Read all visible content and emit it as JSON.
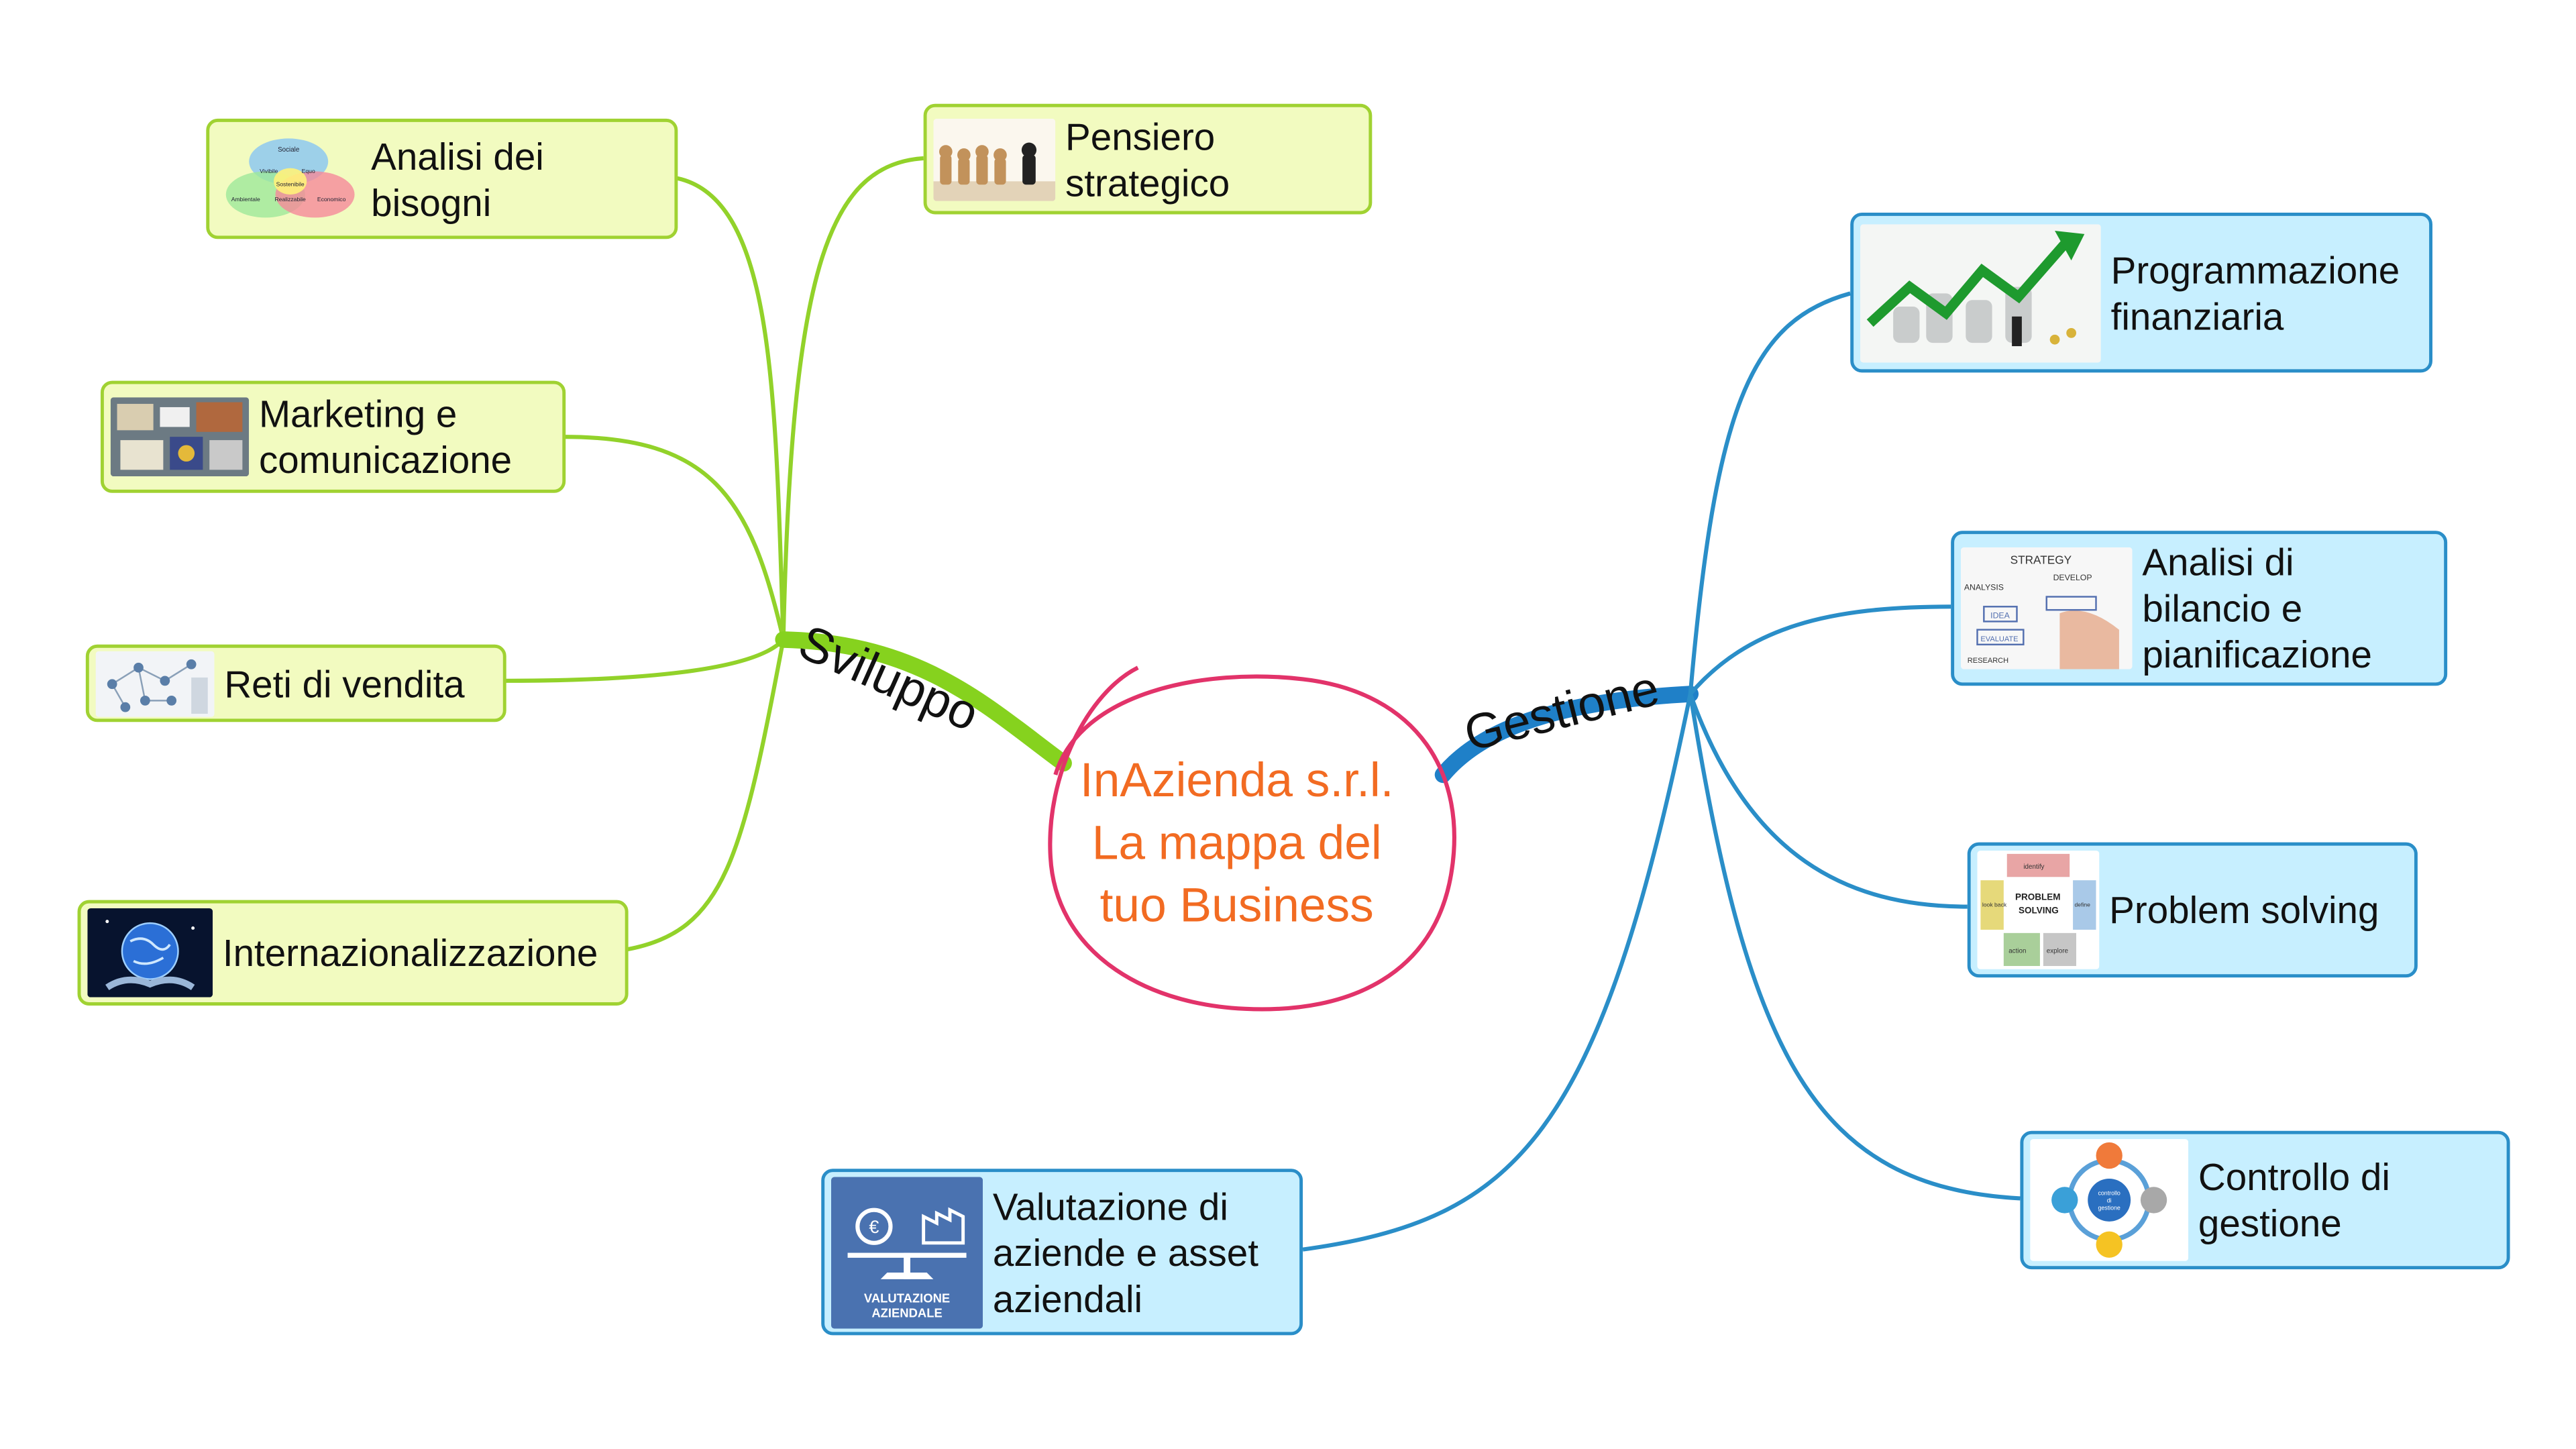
{
  "center": {
    "lines": "InAzienda s.r.l.\nLa mappa del\ntuo Business",
    "text_color": "#f26b22",
    "outline_color": "#e2336a"
  },
  "branches": {
    "sviluppo": {
      "label": "Sviluppo",
      "color": "#86d21e"
    },
    "gestione": {
      "label": "Gestione",
      "color": "#1f80c8"
    }
  },
  "nodes": {
    "analisi_bisogni": {
      "label": "Analisi dei\nbisogni",
      "icon": "venn-diagram-icon"
    },
    "pensiero_strategico": {
      "label": "Pensiero\nstrategico",
      "icon": "chess-pieces-icon"
    },
    "marketing": {
      "label": "Marketing e\ncomunicazione",
      "icon": "marketing-collage-icon"
    },
    "reti_vendita": {
      "label": "Reti di vendita",
      "icon": "network-people-icon"
    },
    "internazionalizzazione": {
      "label": "Internazionalizzazione",
      "icon": "globe-hands-icon"
    },
    "programmazione": {
      "label": "Programmazione\n finanziaria",
      "icon": "growth-arrow-icon"
    },
    "analisi_bilancio": {
      "label": "Analisi di\nbilancio e\npianificazione",
      "icon": "strategy-sketch-icon"
    },
    "problem_solving": {
      "label": "Problem solving",
      "icon": "problem-solving-puzzle-icon"
    },
    "controllo": {
      "label": "Controllo di\ngestione",
      "icon": "control-cycle-icon"
    },
    "valutazione": {
      "label": "Valutazione di\naziende e asset\naziendali",
      "icon": "valuation-scale-icon"
    }
  },
  "icon_text": {
    "venn": [
      "Sociale",
      "Vivibile",
      "Equo",
      "Sostenibile",
      "Ambientale",
      "Realizzabile",
      "Economico"
    ],
    "strategy": [
      "STRATEGY",
      "ANALYSIS",
      "DEVELOP",
      "IDEA",
      "EVALUATE",
      "RESEARCH"
    ],
    "problem": [
      "PROBLEM",
      "SOLVING",
      "identify",
      "define",
      "explore",
      "action",
      "look back"
    ],
    "control": [
      "controllo",
      "di",
      "gestione"
    ],
    "valuation": [
      "VALUTAZIONE",
      "AZIENDALE"
    ]
  }
}
